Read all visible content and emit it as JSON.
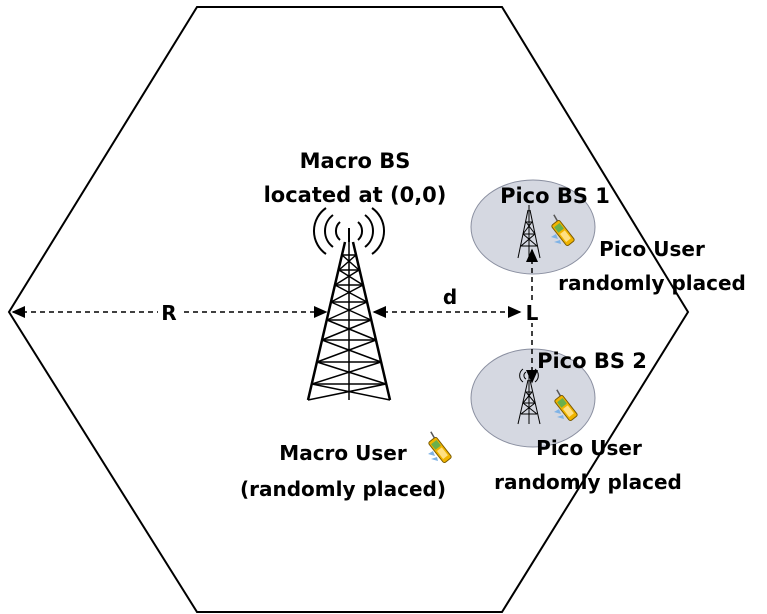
{
  "macro_bs": {
    "title": "Macro BS",
    "location": "located at (0,0)"
  },
  "pico_bs_1": {
    "title": "Pico BS 1",
    "user_line1": "Pico User",
    "user_line2": "randomly placed"
  },
  "pico_bs_2": {
    "title": "Pico BS 2",
    "user_line1": "Pico User",
    "user_line2": "randomly placed"
  },
  "macro_user": {
    "line1": "Macro User",
    "line2": "(randomly placed)"
  },
  "dimensions": {
    "radius_label": "R",
    "distance_label": "d",
    "offset_label": "L"
  },
  "colors": {
    "cell_outline": "#000000",
    "pico_coverage_fill": "#d5d8e1",
    "pico_coverage_stroke": "#8a8fa0",
    "phone_body": "#f0b400",
    "phone_screen": "#6ab04c"
  },
  "icons": [
    "tower-icon",
    "signal-waves-icon",
    "phone-icon"
  ]
}
